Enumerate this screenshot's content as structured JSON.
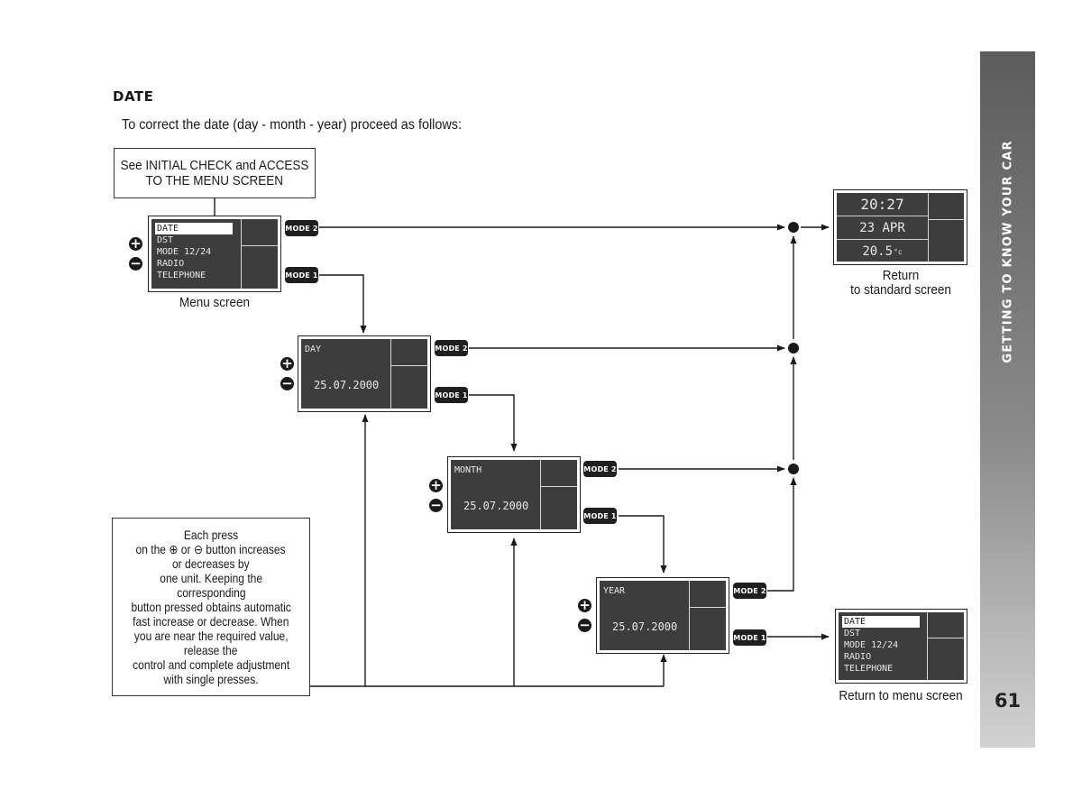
{
  "heading": "DATE",
  "intro": "To correct the date (day - month - year) proceed as follows:",
  "access_note": [
    "See INITIAL CHECK and ACCESS",
    "TO THE MENU SCREEN"
  ],
  "menu_items": [
    "DATE",
    "DST",
    "MODE 12/24",
    "RADIO",
    "TELEPHONE"
  ],
  "menu_caption": "Menu screen",
  "date_value": "25.07.2000",
  "steps": {
    "day": "DAY",
    "month": "MONTH",
    "year": "YEAR"
  },
  "buttons": {
    "mode1": "MODE 1",
    "mode2": "MODE 2",
    "plus": "+",
    "minus": "−"
  },
  "standard_screen": {
    "time": "20:27",
    "date": "23 APR",
    "temp": "20.5",
    "temp_unit": "°c"
  },
  "standard_caption": [
    "Return",
    "to standard screen"
  ],
  "return_menu_caption": "Return to menu screen",
  "help_note": [
    "Each press",
    "on the ⊕ or ⊖ button increases",
    "or decreases by",
    "one unit. Keeping the",
    "corresponding",
    "button pressed obtains automatic",
    "fast increase or decrease. When",
    "you are near the required value,",
    "release the",
    "control and complete adjustment",
    "with single presses."
  ],
  "sidebar": {
    "section": "GETTING TO KNOW YOUR CAR",
    "page_number": "61"
  }
}
